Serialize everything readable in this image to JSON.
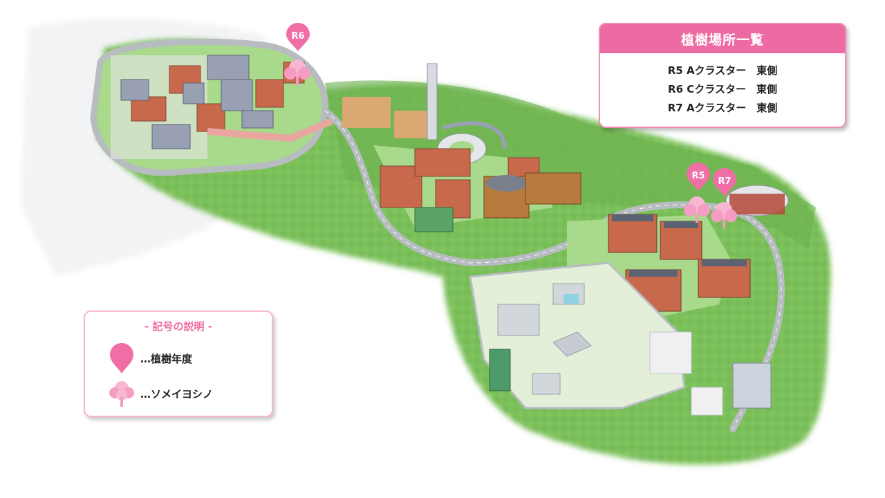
{
  "colors": {
    "accent_pink": "#ee6aa2",
    "light_pink": "#f7b7d1",
    "marker_pink": "#f06ea6",
    "forest_green": "#79bf58",
    "road_gray": "#b7bcc0",
    "building_brick": "#c9694b"
  },
  "info_panel": {
    "title": "植樹場所一覧",
    "rows": [
      "R5 Aクラスター　東側",
      "R6 Cクラスター　東側",
      "R7 Aクラスター　東側"
    ]
  },
  "legend": {
    "title": "- 記号の説明 -",
    "items": [
      {
        "icon": "map-pin-icon",
        "label": "…植樹年度"
      },
      {
        "icon": "cherry-tree-icon",
        "label": "…ソメイヨシノ"
      }
    ]
  },
  "markers": [
    {
      "label": "R6"
    },
    {
      "label": "R5"
    },
    {
      "label": "R7"
    }
  ]
}
